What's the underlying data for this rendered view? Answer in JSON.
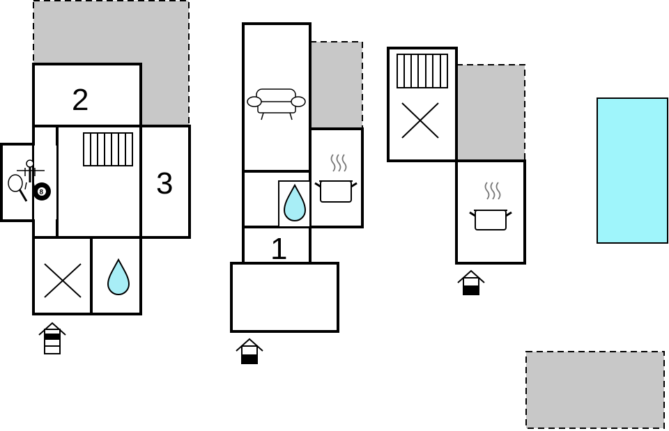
{
  "rooms": {
    "room_1": "1",
    "room_2": "2",
    "room_3": "3"
  },
  "icons": [
    "bed-icon",
    "radiator-icon",
    "table-tennis-icon",
    "table-football-icon",
    "billiard-ball-icon",
    "water-drop-icon",
    "sofa-icon",
    "cooking-pot-icon",
    "entrance-icon",
    "pool-icon",
    "terrace-area"
  ],
  "colors": {
    "pool": "#9ff5fb",
    "terrace": "#c8c8c8",
    "wall": "#000000",
    "water": "#a8eef6"
  },
  "billiard": {
    "ball_number": "8"
  }
}
